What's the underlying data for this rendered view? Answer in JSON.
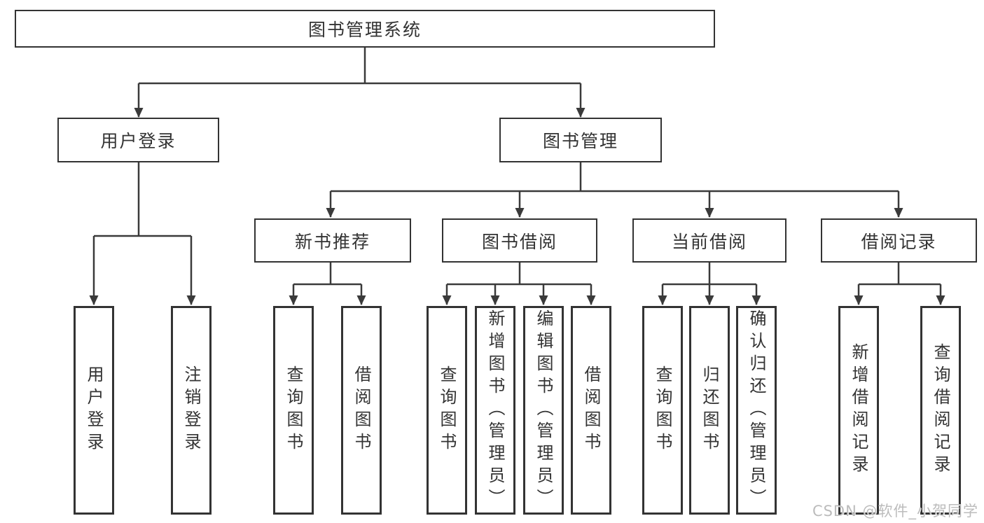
{
  "nodes": {
    "root": "图书管理系统",
    "user_login": "用户登录",
    "book_mgmt": "图书管理",
    "new_book_rec": "新书推荐",
    "book_borrow": "图书借阅",
    "current_borrow": "当前借阅",
    "borrow_records": "借阅记录",
    "leaf_user_login": "用户登录",
    "leaf_logout": "注销登录",
    "leaf_query_book_rec": "查询图书",
    "leaf_borrow_book_rec": "借阅图书",
    "leaf_query_book_borrow": "查询图书",
    "leaf_add_book": "新增图书（管理员）",
    "leaf_edit_book": "编辑图书（管理员）",
    "leaf_borrow_book_borrow": "借阅图书",
    "leaf_query_book_current": "查询图书",
    "leaf_return_book": "归还图书",
    "leaf_confirm_return": "确认归还（管理员）",
    "leaf_add_borrow_record": "新增借阅记录",
    "leaf_query_borrow_record": "查询借阅记录"
  },
  "watermark": "CSDN @软件_小贺同学",
  "colors": {
    "line": "#3a3a3a",
    "border": "#333333",
    "fill": "#ffffff",
    "text": "#333333",
    "watermark": "#bcbcbc"
  }
}
